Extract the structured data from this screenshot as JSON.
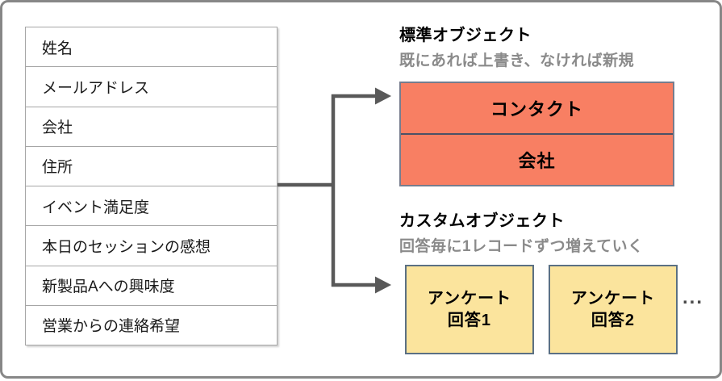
{
  "form_fields": {
    "rows": [
      "姓名",
      "メールアドレス",
      "会社",
      "住所",
      "イベント満足度",
      "本日のセッションの感想",
      "新製品Aへの興味度",
      "営業からの連絡希望"
    ]
  },
  "standard_object": {
    "title": "標準オブジェクト",
    "subtitle": "既にあれば上書き、なければ新規",
    "items": [
      "コンタクト",
      "会社"
    ]
  },
  "custom_object": {
    "title": "カスタムオブジェクト",
    "subtitle": "回答毎に1レコードずつ増えていく",
    "cards": [
      {
        "line1": "アンケート",
        "line2": "回答1"
      },
      {
        "line1": "アンケート",
        "line2": "回答2"
      }
    ],
    "ellipsis": "..."
  },
  "colors": {
    "standard_fill": "#F87F63",
    "standard_border": "#767C8D",
    "standard_divider": "#4B5166",
    "custom_fill": "#FBE49D",
    "custom_border": "#5B7083",
    "connector": "#595959",
    "subtitle_gray": "#8A8A8A",
    "table_border": "#A6A6A6",
    "frame_border": "#878787"
  }
}
